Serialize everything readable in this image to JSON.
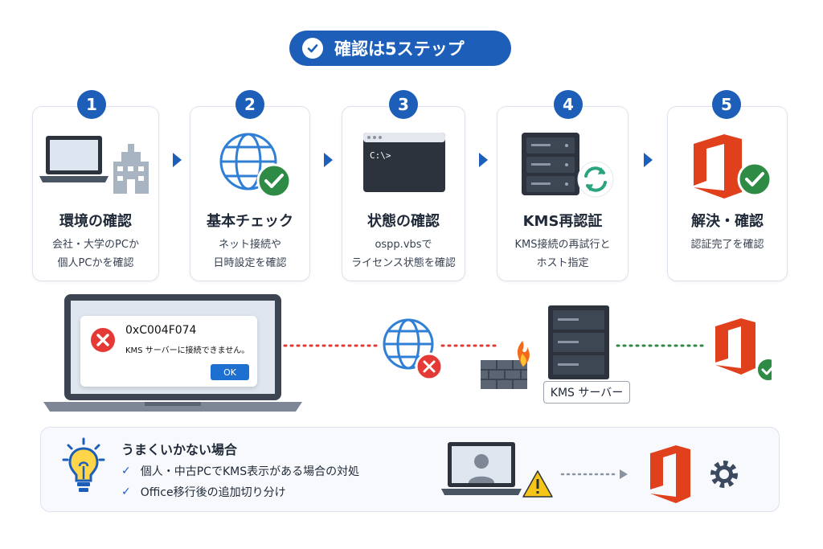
{
  "header": {
    "title": "確認は5ステップ",
    "icon": "check-circle-icon"
  },
  "steps": [
    {
      "num": "1",
      "title": "環境の確認",
      "desc": "会社・大学のPCか\n個人PCかを確認",
      "icon": "laptop-building-icon"
    },
    {
      "num": "2",
      "title": "基本チェック",
      "desc": "ネット接続や\n日時設定を確認",
      "icon": "globe-check-icon"
    },
    {
      "num": "3",
      "title": "状態の確認",
      "desc": "ospp.vbsで\nライセンス状態を確認",
      "icon": "terminal-icon",
      "terminal_prompt": "C:\\>"
    },
    {
      "num": "4",
      "title": "KMS再認証",
      "desc": "KMS接続の再試行と\nホスト指定",
      "icon": "server-refresh-icon"
    },
    {
      "num": "5",
      "title": "解決・確認",
      "desc": "認証完了を確認",
      "icon": "office-check-icon"
    }
  ],
  "error_dialog": {
    "code": "0xC004F074",
    "message": "KMS サーバーに接続できません。",
    "ok_label": "OK"
  },
  "kms_server_label": "KMS サーバー",
  "tips": {
    "title": "うまくいかない場合",
    "items": [
      "個人・中古PCでKMS表示がある場合の対処",
      "Office移行後の追加切り分け"
    ]
  },
  "colors": {
    "primary": "#1d5fb8",
    "error": "#e53935",
    "success": "#2e8b45",
    "office": "#e0401c",
    "warning": "#f5c518"
  }
}
